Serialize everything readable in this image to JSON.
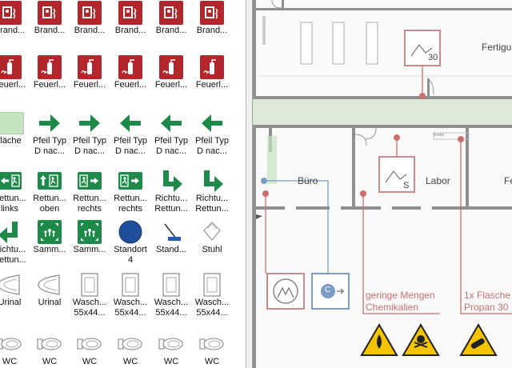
{
  "palette": {
    "row1": [
      "Brand...",
      "Brand...",
      "Brand...",
      "Brand...",
      "Brand...",
      "Brand..."
    ],
    "row2": [
      "Feuerl...",
      "Feuerl...",
      "Feuerl...",
      "Feuerl...",
      "Feuerl...",
      "Feuerl..."
    ],
    "row3": [
      "fläche",
      "Pfeil Typ\nD nac...",
      "Pfeil Typ\nD nac...",
      "Pfeil Typ\nD nac...",
      "Pfeil Typ\nD nac...",
      "Pfeil Typ\nD nac..."
    ],
    "row4": [
      "Rettun...\nlinks",
      "Rettun...\noben",
      "Rettun...\nrechts",
      "Rettun...\nrechts",
      "Richtu...\nRettun...",
      "Richtu...\nRettun..."
    ],
    "row5": [
      "Richtu...\nRettun...",
      "Samm...",
      "Samm...",
      "Standort\n4",
      "Stand...",
      "Stuhl"
    ],
    "row6": [
      "Urinal",
      "Urinal",
      "Wasch...\n55x44...",
      "Wasch...\n55x44...",
      "Wasch...\n55x44...",
      "Wasch...\n55x44..."
    ],
    "row7": [
      "WC",
      "WC",
      "WC",
      "WC",
      "WC",
      "WC"
    ]
  },
  "plan": {
    "room_fertigung": "Fertigu",
    "room_buero": "Büro",
    "room_labor": "Labor",
    "room_right": "Fe",
    "detector_label_30": "30",
    "detector_label_s": "S",
    "detector_label_c": "C",
    "tiny_label": "Krebs",
    "note_chemicals": "geringe Mengen\nChemikalien",
    "note_propane": "1x Flasche\nPropan 30"
  },
  "colors": {
    "sign_red": "#b3262b",
    "arrow_green": "#1e8a4a",
    "wall": "#8f8f8f",
    "corridor": "#dce9d8",
    "leader_red": "#cc6e6e",
    "leader_blue": "#7a9cc6"
  }
}
